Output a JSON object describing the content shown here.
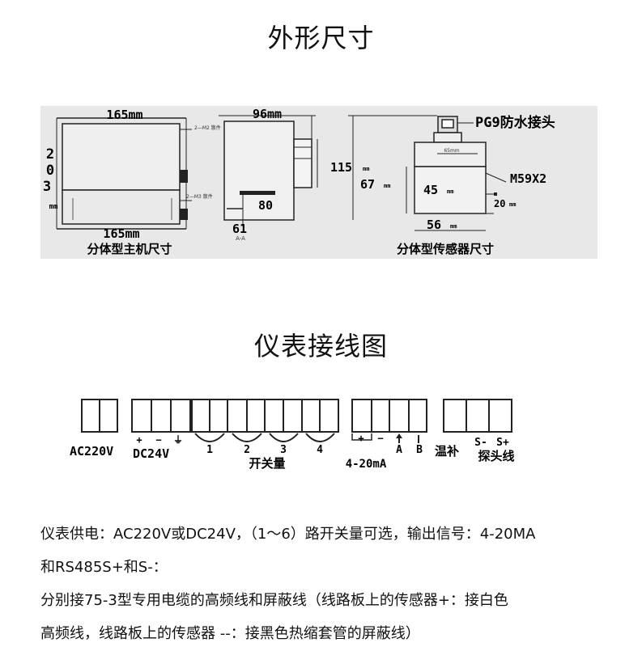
{
  "section1_title": "外形尺寸",
  "section2_title": "仪表接线图",
  "host": {
    "top_width": "165mm",
    "bottom_width": "165mm",
    "height_chars": [
      "2",
      "0",
      "3"
    ],
    "height_suffix": "mm",
    "caption": "分体型主机尺寸",
    "side_width": "96mm",
    "dim_80": "80",
    "dim_61": "61",
    "section_label": "A-A",
    "small_label_top": "2—M2 散件",
    "small_label_bottom": "2—M3 散件"
  },
  "sensor": {
    "pg9": "PG9防水接头",
    "dim_115": "115",
    "dim_67": "67",
    "dim_45": "45",
    "dim_65": "65mm",
    "thread": "M59X2",
    "dim_20": "20",
    "dim_56": "56",
    "unit": "mm",
    "caption": "分体型传感器尺寸"
  },
  "wiring": {
    "ac": "AC220V",
    "dc": "DC24V",
    "plus": "+",
    "minus": "−",
    "ground": "⏚",
    "switch_nums": [
      "1",
      "2",
      "3",
      "4"
    ],
    "switch_label": "开关量",
    "current_label": "4-20mA",
    "a": "A",
    "b": "B",
    "temp_comp": "温补",
    "s_minus": "S-",
    "s_plus": "S+",
    "probe": "探头线"
  },
  "description": [
    "仪表供电：AC220V或DC24V，（1～6）路开关量可选，输出信号：4-20MA",
    "和RS485S+和S-：",
    "分别接75-3型专用电缆的高频线和屏蔽线（线路板上的传感器+：接白色",
    "高频线，线路板上的传感器 --：接黑色热缩套管的屏蔽线）"
  ]
}
